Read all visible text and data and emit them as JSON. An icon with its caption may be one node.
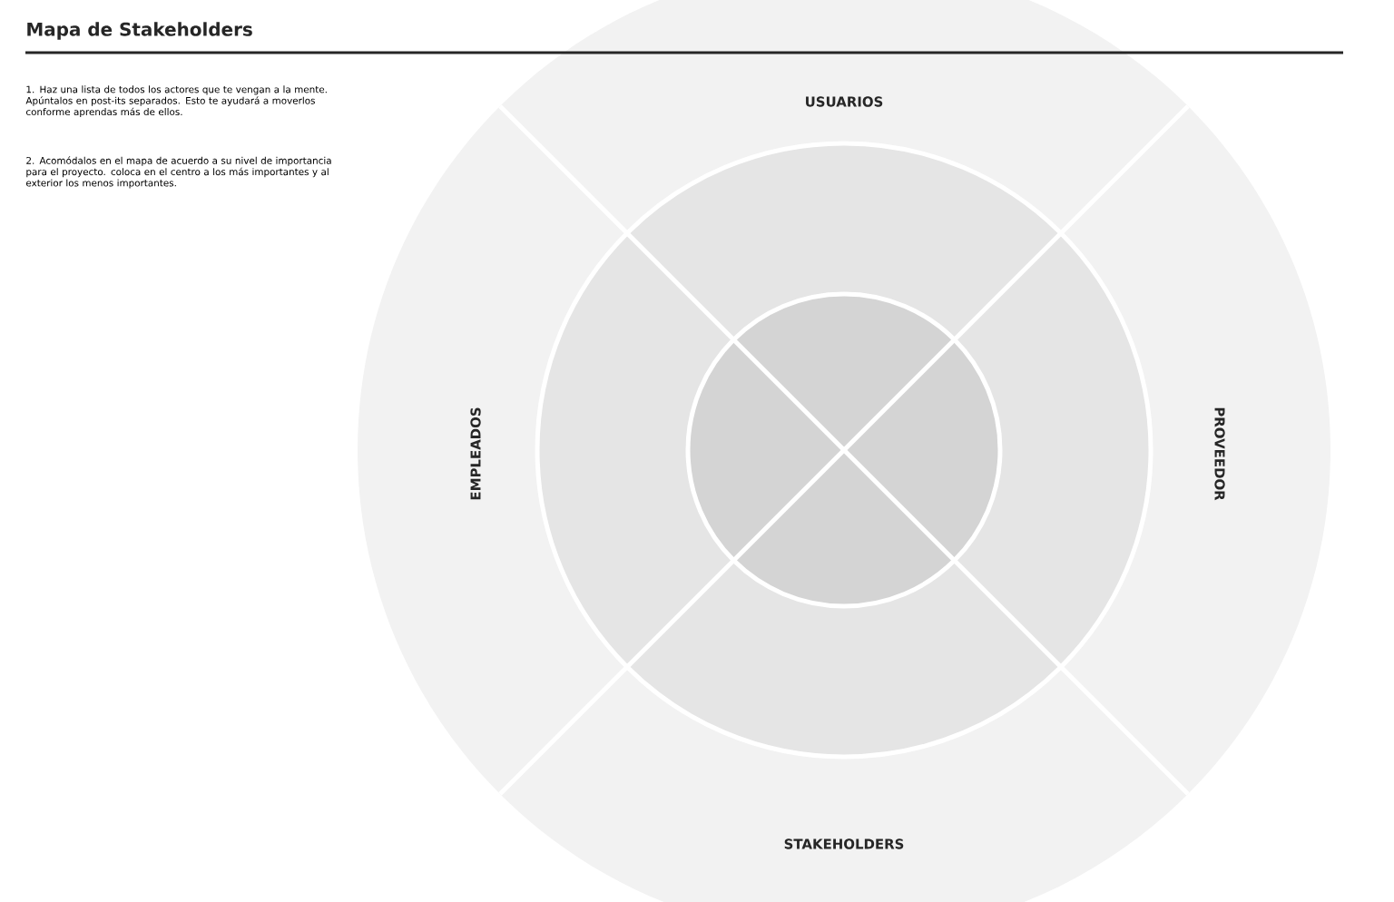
{
  "diagram": {
    "title": "Mapa de Stakeholders",
    "nodes": [
      {
        "text": [
          "USUARIOS"
        ]
      },
      {
        "text": [
          "EMPLEADOS"
        ]
      },
      {
        "text": [
          "PROVEEDOR"
        ]
      },
      {
        "text": [
          "STAKEHOLDERS"
        ]
      }
    ],
    "labels": [
      "1. Haz una lista de todos los actores que te vengan a la mente. Apúntalos en post-its separados. Esto te ayudará a moverlos conforme aprendas más de ellos.",
      "2. Acomódalos en el mapa de acuerdo a su nivel de importancia para el proyecto. coloca en el centro a los más importantes y al exterior los menos importantes."
    ]
  }
}
